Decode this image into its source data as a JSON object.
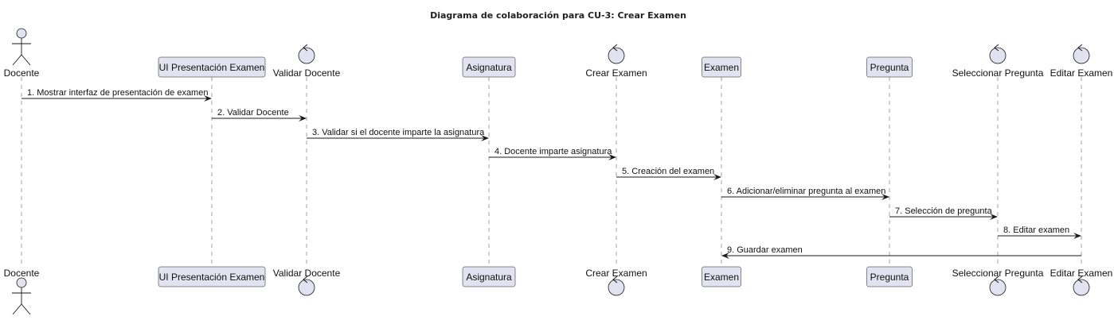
{
  "diagram": {
    "title": "Diagrama de colaboración para CU-3: Crear Examen",
    "participants": [
      {
        "id": "docente",
        "label": "Docente",
        "kind": "actor"
      },
      {
        "id": "ui",
        "label": "UI Presentación Examen",
        "kind": "participant"
      },
      {
        "id": "validar",
        "label": "Validar Docente",
        "kind": "control"
      },
      {
        "id": "asignatura",
        "label": "Asignatura",
        "kind": "participant"
      },
      {
        "id": "crear",
        "label": "Crear Examen",
        "kind": "control"
      },
      {
        "id": "examen",
        "label": "Examen",
        "kind": "participant"
      },
      {
        "id": "pregunta",
        "label": "Pregunta",
        "kind": "participant"
      },
      {
        "id": "seleccionar",
        "label": "Seleccionar Pregunta",
        "kind": "control"
      },
      {
        "id": "editar",
        "label": "Editar Examen",
        "kind": "control"
      }
    ],
    "messages": [
      {
        "from": "docente",
        "to": "ui",
        "label": "1. Mostrar interfaz de presentación de examen"
      },
      {
        "from": "ui",
        "to": "validar",
        "label": "2. Validar Docente"
      },
      {
        "from": "validar",
        "to": "asignatura",
        "label": "3. Validar si el docente imparte la asignatura"
      },
      {
        "from": "asignatura",
        "to": "crear",
        "label": "4. Docente imparte asignatura"
      },
      {
        "from": "crear",
        "to": "examen",
        "label": "5. Creación del examen"
      },
      {
        "from": "examen",
        "to": "pregunta",
        "label": "6. Adicionar/eliminar pregunta al examen"
      },
      {
        "from": "pregunta",
        "to": "seleccionar",
        "label": "7. Selección de pregunta"
      },
      {
        "from": "seleccionar",
        "to": "editar",
        "label": "8. Editar examen"
      },
      {
        "from": "editar",
        "to": "examen",
        "label": "9. Guardar examen"
      }
    ],
    "colors": {
      "participant_fill": "#e2e2f0",
      "border": "#181818",
      "lifeline": "#a0a0a0"
    }
  }
}
